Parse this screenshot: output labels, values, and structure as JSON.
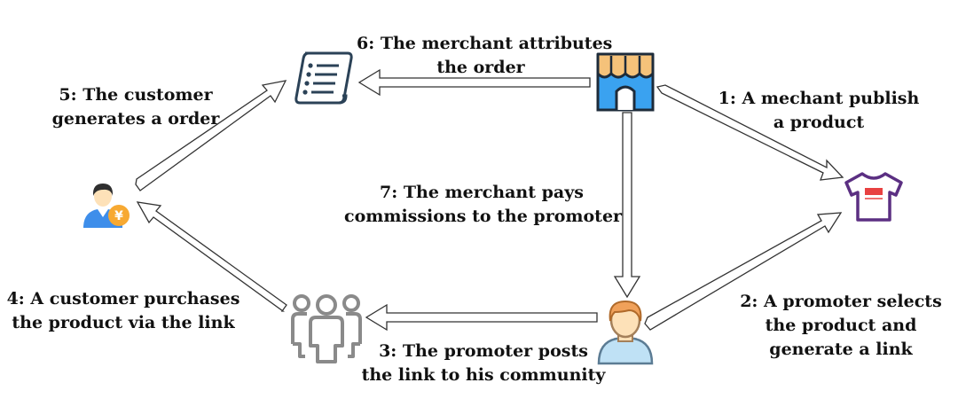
{
  "labels": {
    "step1": [
      "1: A mechant publish",
      "a product"
    ],
    "step2": [
      "2: A promoter selects",
      "the product and",
      "generate a link"
    ],
    "step3": [
      "3: The promoter posts",
      "the link to his community"
    ],
    "step4": [
      "4: A customer purchases",
      "the product via the link"
    ],
    "step5": [
      "5: The customer",
      "generates a order"
    ],
    "step6": [
      "6: The merchant attributes",
      "the order"
    ],
    "step7": [
      "7: The merchant pays",
      "commissions to the promoter"
    ]
  },
  "icons": {
    "merchant": "store-icon",
    "order": "receipt-scroll-icon",
    "product": "tshirt-icon",
    "promoter": "person-icon",
    "community": "group-icon",
    "customer": "customer-yuan-icon"
  },
  "colors": {
    "arrow_stroke": "#333333",
    "store_roof": "#f5c27a",
    "store_body": "#3aa2f0",
    "receipt": "#2b4257",
    "tshirt": "#5b2f82",
    "tshirt_print": "#e84141",
    "promoter_hair": "#f0a15a",
    "promoter_skin": "#fde1b8",
    "promoter_shirt": "#bfe1f5",
    "community_stroke": "#8a8a8a",
    "customer_shirt": "#3e8eea",
    "customer_coin": "#f7a932"
  },
  "symbols": {
    "yuan": "¥"
  }
}
